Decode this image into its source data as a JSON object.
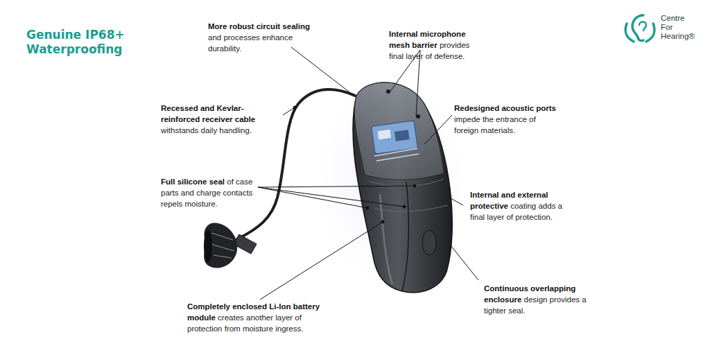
{
  "diagram": {
    "title": "Genuine IP68+ Waterproofing",
    "labels": [
      "Centre For Hearing®",
      "More robust circuit sealing",
      "and processes enhance durability.",
      "Internal microphone mesh barrier",
      "provides final layer of defense.",
      "Recessed and Kevlar-reinforced receiver cable",
      "withstands daily handling.",
      "Redesigned acoustic ports",
      "impede the entrance of foreign materials.",
      "Full silicone seal",
      "of case parts and charge contacts repels moisture.",
      "Internal and external protective",
      "coating adds a final layer of protection.",
      "Completely enclosed Li-Ion battery module",
      "creates another layer of protection from moisture ingress.",
      "Continuous overlapping enclosure",
      "design provides a tighter seal."
    ]
  }
}
